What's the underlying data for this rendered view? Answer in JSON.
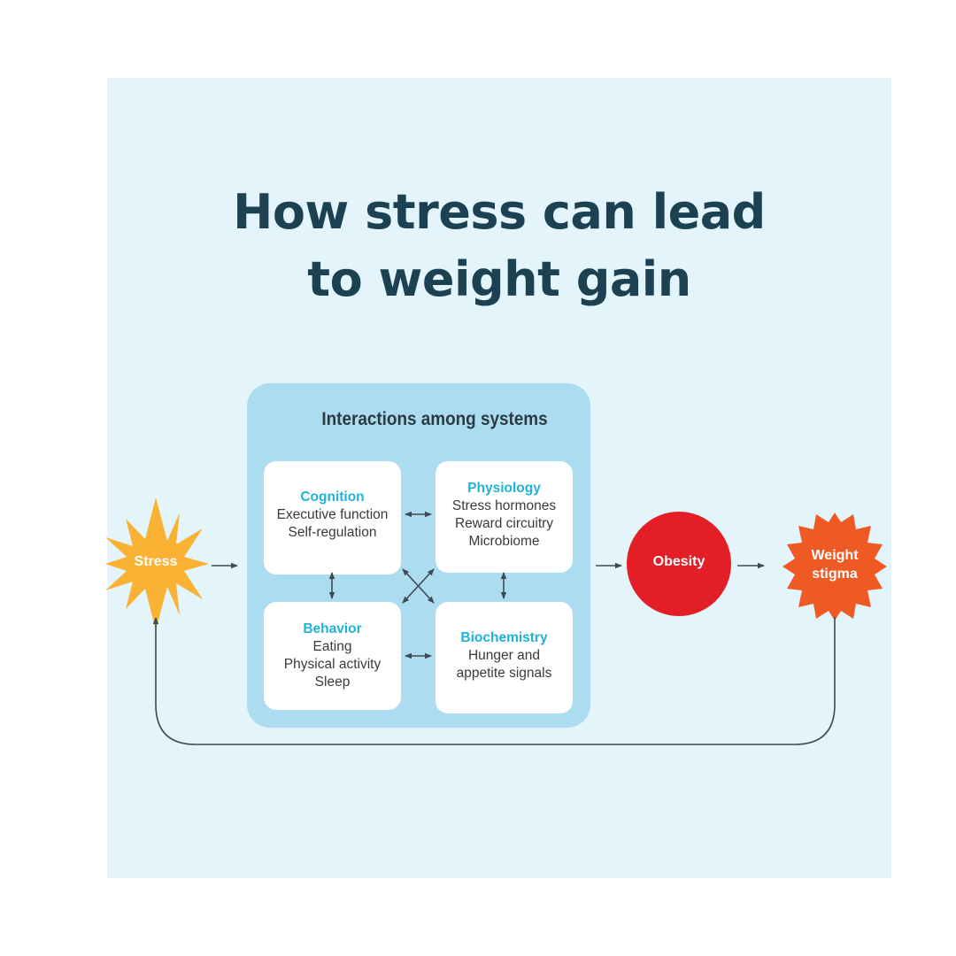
{
  "title": {
    "line1": "How stress can lead",
    "line2": "to weight gain"
  },
  "systems": {
    "title": "Interactions among systems",
    "cognition": {
      "heading": "Cognition",
      "items": [
        "Executive function",
        "Self-regulation"
      ]
    },
    "physiology": {
      "heading": "Physiology",
      "items": [
        "Stress hormones",
        "Reward circuitry",
        "Microbiome"
      ]
    },
    "behavior": {
      "heading": "Behavior",
      "items": [
        "Eating",
        "Physical activity",
        "Sleep"
      ]
    },
    "biochemistry": {
      "heading": "Biochemistry",
      "items": [
        "Hunger and",
        "appetite signals"
      ]
    }
  },
  "nodes": {
    "stress": "Stress",
    "obesity": "Obesity",
    "stigma_line1": "Weight",
    "stigma_line2": "stigma"
  },
  "colors": {
    "background": "#e3f4fb",
    "systems_panel": "#abdcf0",
    "title": "#1b4152",
    "heading": "#1fb3d9",
    "stress": "#f9b233",
    "obesity": "#e41e26",
    "stigma": "#ef5a24",
    "arrow": "#3c4a52"
  }
}
